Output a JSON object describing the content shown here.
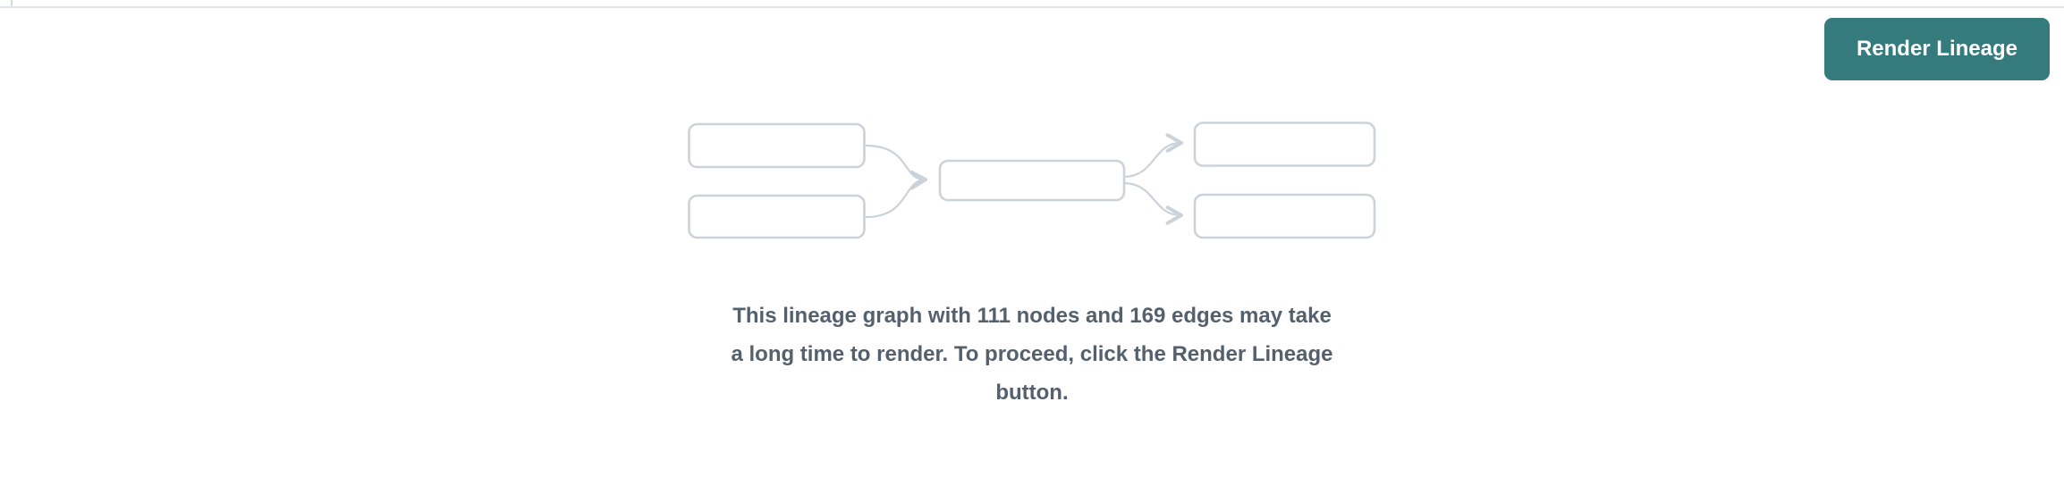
{
  "toolbar": {
    "render_lineage_label": "Render Lineage"
  },
  "message": {
    "lines": [
      "This lineage graph with 111 nodes and 169 edges may take",
      "a long time to render. To proceed, click the Render Lineage",
      "button."
    ],
    "full_text": "This lineage graph with 111 nodes and 169 edges may take a long time to render. To proceed, click the Render Lineage button.",
    "node_count": "111",
    "edge_count": "169"
  },
  "graph_illustration": {
    "description": "placeholder lineage graph with 5 empty nodes connected by arrows",
    "box_count": 5
  },
  "colors": {
    "accent_button": "#357a7d",
    "graph_stroke": "#cbd2d9",
    "message_text": "#54606e",
    "divider": "#e2e6ea",
    "background": "#ffffff"
  }
}
